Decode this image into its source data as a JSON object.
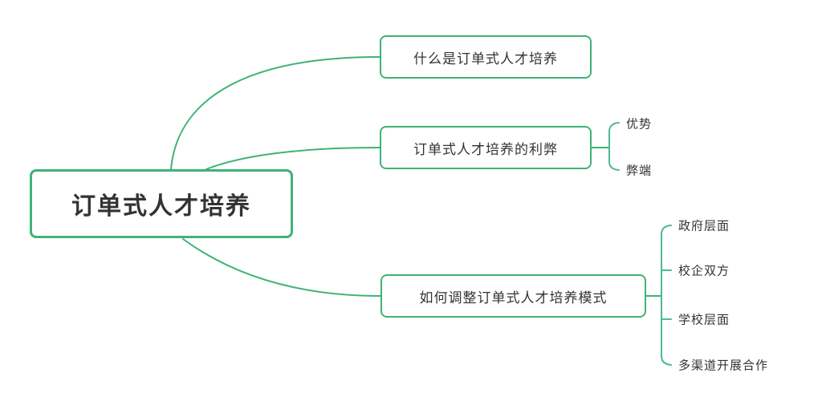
{
  "diagram": {
    "type": "mindmap",
    "accent_color": "#3eb377",
    "text_color": "#333333",
    "background_color": "#ffffff",
    "root": {
      "label": "订单式人才培养"
    },
    "branches": [
      {
        "label": "什么是订单式人才培养",
        "children": []
      },
      {
        "label": "订单式人才培养的利弊",
        "children": [
          {
            "label": "优势"
          },
          {
            "label": "弊端"
          }
        ]
      },
      {
        "label": "如何调整订单式人才培养模式",
        "children": [
          {
            "label": "政府层面"
          },
          {
            "label": "校企双方"
          },
          {
            "label": "学校层面"
          },
          {
            "label": "多渠道开展合作"
          }
        ]
      }
    ]
  }
}
